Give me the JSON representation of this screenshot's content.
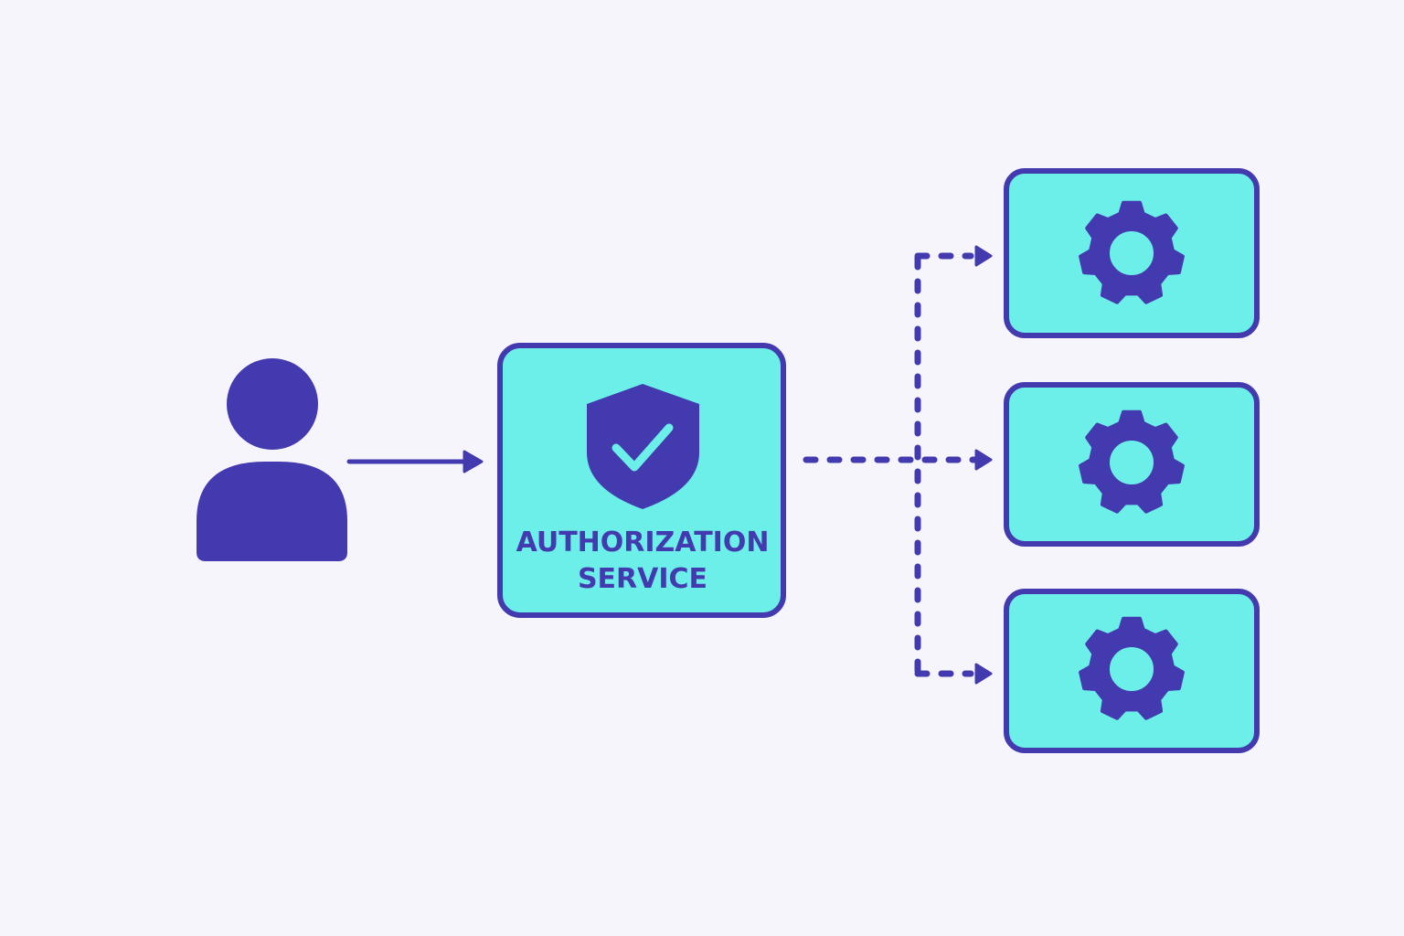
{
  "colors": {
    "background": "#f7f5fc",
    "primary": "#433ab0",
    "box_fill": "#6cefe8"
  },
  "nodes": {
    "user": {
      "icon": "person-icon"
    },
    "auth_service": {
      "icon": "shield-check-icon",
      "label_line1": "AUTHORIZATION",
      "label_line2": "SERVICE"
    },
    "services": [
      {
        "icon": "gear-icon"
      },
      {
        "icon": "gear-icon"
      },
      {
        "icon": "gear-icon"
      }
    ]
  },
  "edges": [
    {
      "from": "user",
      "to": "auth_service",
      "style": "solid"
    },
    {
      "from": "auth_service",
      "to": "services.0",
      "style": "dashed"
    },
    {
      "from": "auth_service",
      "to": "services.1",
      "style": "dashed"
    },
    {
      "from": "auth_service",
      "to": "services.2",
      "style": "dashed"
    }
  ]
}
